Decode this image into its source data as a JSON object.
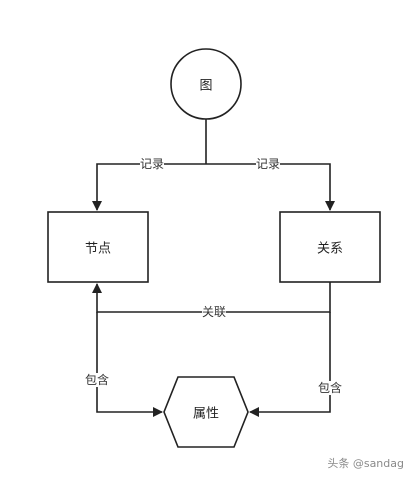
{
  "nodes": {
    "graph": {
      "label": "图"
    },
    "node": {
      "label": "节点"
    },
    "relation": {
      "label": "关系"
    },
    "property": {
      "label": "属性"
    }
  },
  "edges": {
    "graph_to_node": "记录",
    "graph_to_relation": "记录",
    "relation_to_node": "关联",
    "node_to_property": "包含",
    "relation_to_property": "包含"
  },
  "watermark": "头条 @sandag",
  "colors": {
    "stroke": "#222222",
    "background": "#ffffff"
  }
}
